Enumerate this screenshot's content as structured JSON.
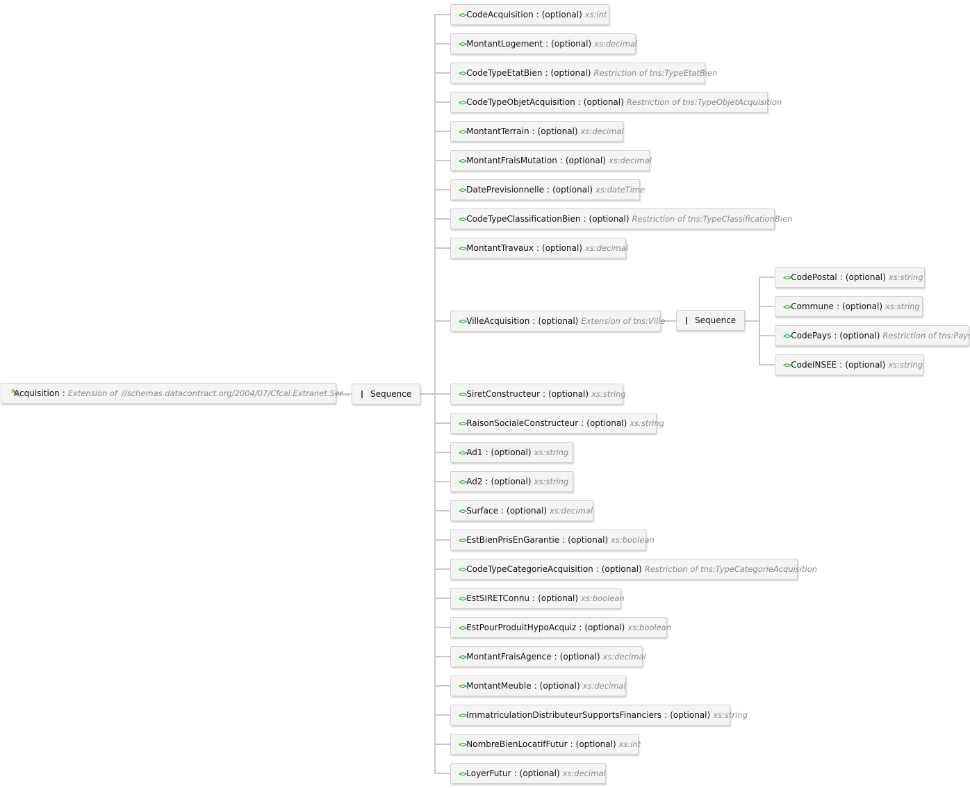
{
  "root": {
    "name": "Acquisition",
    "separator": ":",
    "type_prefix": "Extension of",
    "type_ref": "//schemas.datacontract.org/2004/07/Cfcal.Extranet.Ser..."
  },
  "sequence_label": "Sequence",
  "element_tag": "<>",
  "separator": ":",
  "elements": [
    {
      "name": "CodeAcquisition",
      "occurrence": "(optional)",
      "type": "xs:int"
    },
    {
      "name": "MontantLogement",
      "occurrence": "(optional)",
      "type": "xs:decimal"
    },
    {
      "name": "CodeTypeEtatBien",
      "occurrence": "(optional)",
      "type": "Restriction of tns:TypeEtatBien"
    },
    {
      "name": "CodeTypeObjetAcquisition",
      "occurrence": "(optional)",
      "type": "Restriction of tns:TypeObjetAcquisition"
    },
    {
      "name": "MontantTerrain",
      "occurrence": "(optional)",
      "type": "xs:decimal"
    },
    {
      "name": "MontantFraisMutation",
      "occurrence": "(optional)",
      "type": "xs:decimal"
    },
    {
      "name": "DatePrevisionnelle",
      "occurrence": "(optional)",
      "type": "xs:dateTime"
    },
    {
      "name": "CodeTypeClassificationBien",
      "occurrence": "(optional)",
      "type": "Restriction of tns:TypeClassificationBien"
    },
    {
      "name": "MontantTravaux",
      "occurrence": "(optional)",
      "type": "xs:decimal"
    },
    {
      "name": "VilleAcquisition",
      "occurrence": "(optional)",
      "type": "Extension of tns:Ville"
    },
    {
      "name": "SiretConstructeur",
      "occurrence": "(optional)",
      "type": "xs:string"
    },
    {
      "name": "RaisonSocialeConstructeur",
      "occurrence": "(optional)",
      "type": "xs:string"
    },
    {
      "name": "Ad1",
      "occurrence": "(optional)",
      "type": "xs:string"
    },
    {
      "name": "Ad2",
      "occurrence": "(optional)",
      "type": "xs:string"
    },
    {
      "name": "Surface",
      "occurrence": "(optional)",
      "type": "xs:decimal"
    },
    {
      "name": "EstBienPrisEnGarantie",
      "occurrence": "(optional)",
      "type": "xs:boolean"
    },
    {
      "name": "CodeTypeCategorieAcquisition",
      "occurrence": "(optional)",
      "type": "Restriction of tns:TypeCategorieAcquisition"
    },
    {
      "name": "EstSIRETConnu",
      "occurrence": "(optional)",
      "type": "xs:boolean"
    },
    {
      "name": "EstPourProduitHypoAcquiz",
      "occurrence": "(optional)",
      "type": "xs:boolean"
    },
    {
      "name": "MontantFraisAgence",
      "occurrence": "(optional)",
      "type": "xs:decimal"
    },
    {
      "name": "MontantMeuble",
      "occurrence": "(optional)",
      "type": "xs:decimal"
    },
    {
      "name": "ImmatriculationDistributeurSupportsFinanciers",
      "occurrence": "(optional)",
      "type": "xs:string"
    },
    {
      "name": "NombreBienLocatifFutur",
      "occurrence": "(optional)",
      "type": "xs:int"
    },
    {
      "name": "LoyerFutur",
      "occurrence": "(optional)",
      "type": "xs:decimal"
    }
  ],
  "ville_children": [
    {
      "name": "CodePostal",
      "occurrence": "(optional)",
      "type": "xs:string"
    },
    {
      "name": "Commune",
      "occurrence": "(optional)",
      "type": "xs:string"
    },
    {
      "name": "CodePays",
      "occurrence": "(optional)",
      "type": "Restriction of tns:Pays"
    },
    {
      "name": "CodeINSEE",
      "occurrence": "(optional)",
      "type": "xs:string"
    }
  ]
}
